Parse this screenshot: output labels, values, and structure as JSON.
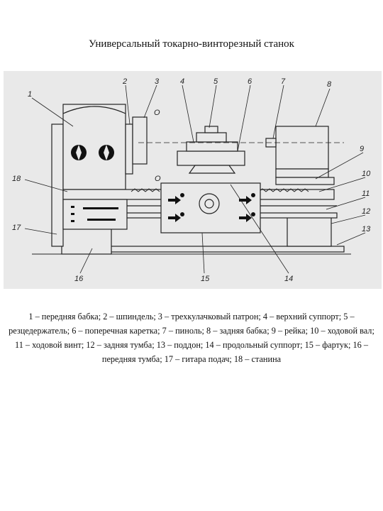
{
  "title": "Универсальный токарно-винторезный станок",
  "figure": {
    "part_numbers": [
      "1",
      "2",
      "3",
      "4",
      "5",
      "6",
      "7",
      "8",
      "9",
      "10",
      "11",
      "12",
      "13",
      "14",
      "15",
      "16",
      "17",
      "18"
    ],
    "axis_letter_top": "О",
    "axis_letter_mid": "О"
  },
  "caption": "1 – передняя бабка; 2 – шпиндель; 3 – трехкулачковый патрон; 4 – верхний суппорт; 5 – резцедержатель; 6 – поперечная каретка; 7 – пиноль; 8 – задняя бабка; 9 – рейка; 10 – ходовой вал; 11 – ходовой винт; 12 – задняя тумба; 13 – поддон; 14 – продольный суппорт; 15 – фартук; 16 – передняя тумба; 17 – гитара подач; 18 – станина"
}
